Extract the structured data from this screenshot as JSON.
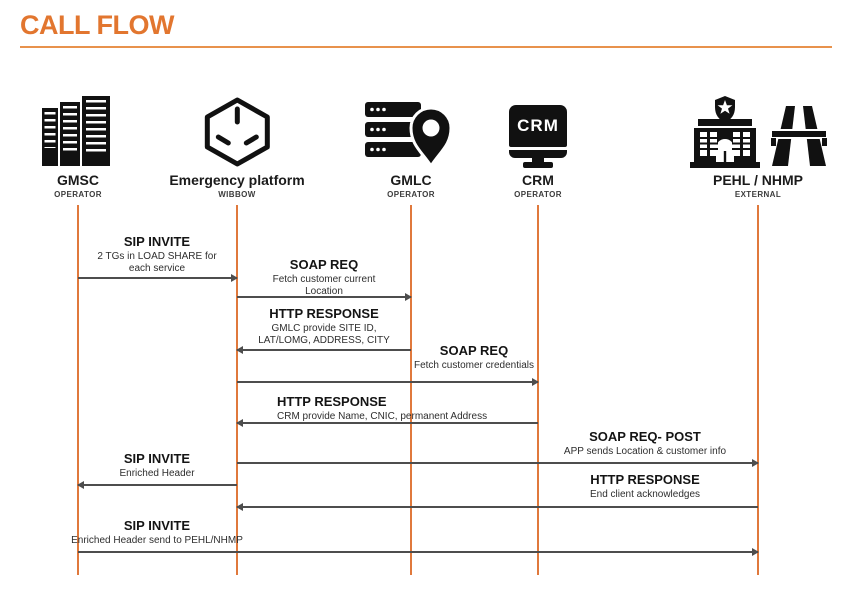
{
  "header": {
    "title": "CALL FLOW"
  },
  "colors": {
    "accent": "#E2762F",
    "lifeline": "#E0793C",
    "arrow": "#4D4D4D"
  },
  "actors": [
    {
      "name": "GMSC",
      "role": "OPERATOR"
    },
    {
      "name": "Emergency platform",
      "role": "WIBBOW"
    },
    {
      "name": "GMLC",
      "role": "OPERATOR"
    },
    {
      "name": "CRM",
      "role": "OPERATOR"
    },
    {
      "name": "PEHL / NHMP",
      "role": "EXTERNAL"
    }
  ],
  "crm_icon_label": "CRM",
  "messages": [
    {
      "title": "SIP INVITE",
      "detail": "2 TGs in LOAD SHARE for\neach service",
      "from": "GMSC",
      "to": "Emergency platform"
    },
    {
      "title": "SOAP REQ",
      "detail": "Fetch customer current\nLocation",
      "from": "Emergency platform",
      "to": "GMLC"
    },
    {
      "title": "HTTP RESPONSE",
      "detail": "GMLC provide SITE ID,\nLAT/LOMG, ADDRESS, CITY",
      "from": "GMLC",
      "to": "Emergency platform"
    },
    {
      "title": "SOAP REQ",
      "detail": "Fetch customer credentials",
      "from": "Emergency platform",
      "to": "CRM"
    },
    {
      "title": "HTTP RESPONSE",
      "detail": "CRM provide Name, CNIC, permanent Address",
      "from": "CRM",
      "to": "Emergency platform"
    },
    {
      "title": "SOAP REQ- POST",
      "detail": "APP sends Location & customer info",
      "from": "Emergency platform",
      "to": "PEHL / NHMP"
    },
    {
      "title": "SIP INVITE",
      "detail": "Enriched Header",
      "from": "Emergency platform",
      "to": "GMSC"
    },
    {
      "title": "HTTP RESPONSE",
      "detail": "End client acknowledges",
      "from": "PEHL / NHMP",
      "to": "Emergency platform"
    },
    {
      "title": "SIP INVITE",
      "detail": "Enriched Header send to PEHL/NHMP",
      "from": "GMSC",
      "to": "PEHL / NHMP"
    }
  ]
}
